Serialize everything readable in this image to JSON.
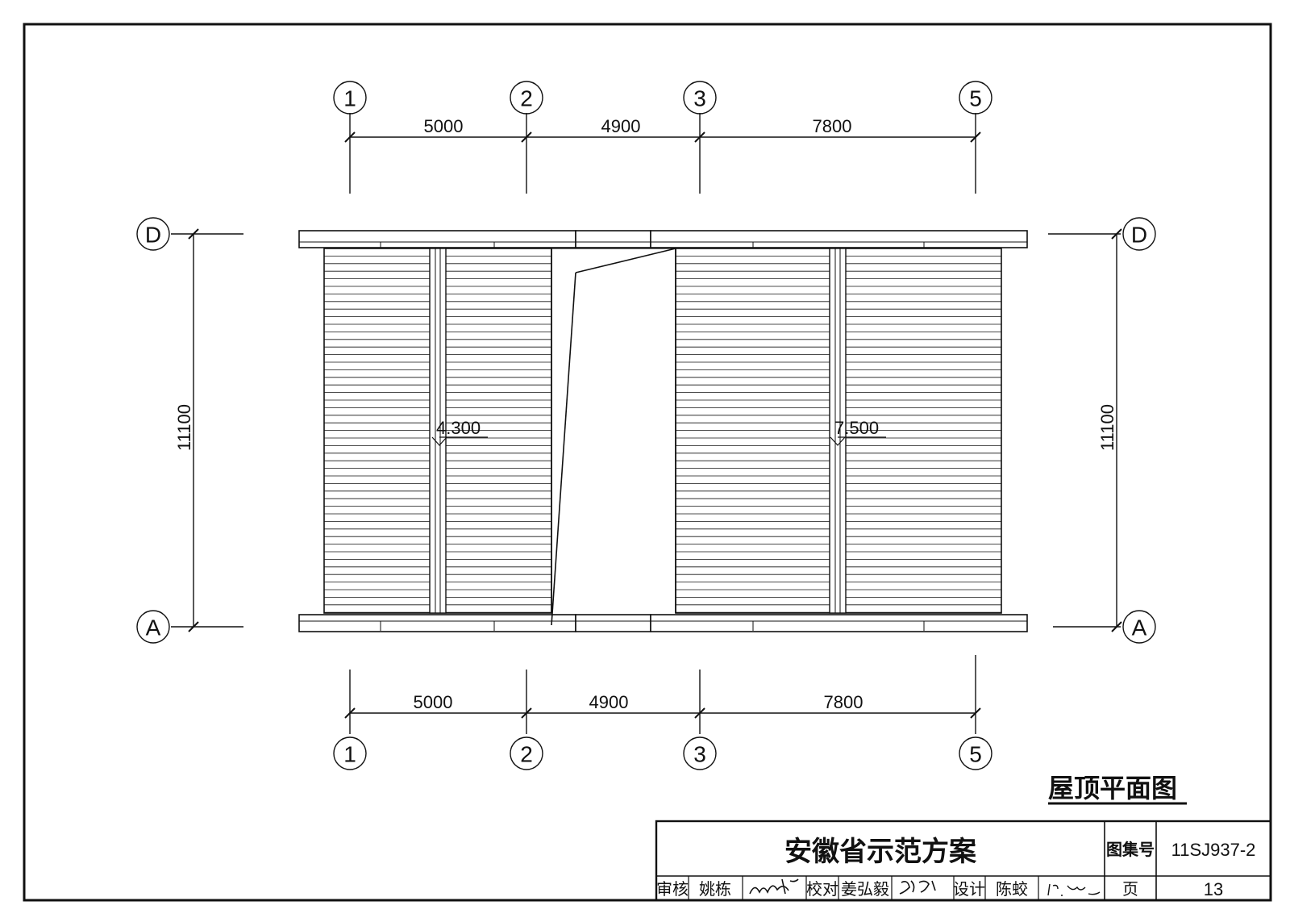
{
  "drawing_title": "屋顶平面图",
  "grid_axes": {
    "vertical": [
      "1",
      "2",
      "3",
      "5"
    ],
    "horizontal": [
      "D",
      "A"
    ]
  },
  "dimensions": {
    "top": [
      "5000",
      "4900",
      "7800"
    ],
    "bottom": [
      "5000",
      "4900",
      "7800"
    ],
    "left": "11100",
    "right": "11100"
  },
  "elevations": [
    "4.300",
    "7.500"
  ],
  "title_block": {
    "project_name": "安徽省示范方案",
    "atlas_label": "图集号",
    "atlas_number": "11SJ937-2",
    "page_label": "页",
    "page_number": "13",
    "review_label": "审核",
    "reviewer": "姚栋",
    "check_label": "校对",
    "checker": "姜弘毅",
    "design_label": "设计",
    "designer": "陈蛟",
    "signature_reviewer": "姚栋",
    "signature_checker": "姜弘毅",
    "signature_designer": "陈蛟"
  }
}
